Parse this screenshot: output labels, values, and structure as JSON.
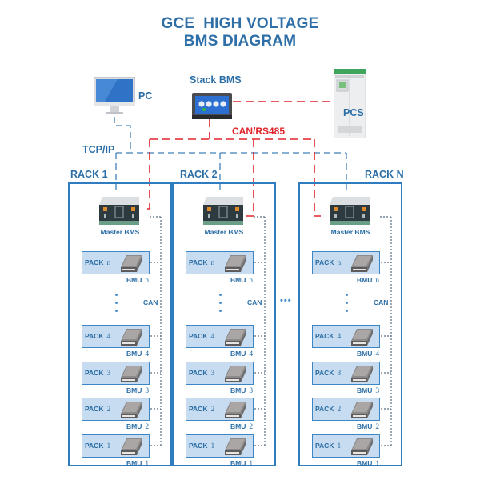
{
  "title": {
    "line1": "GCE  HIGH VOLTAGE",
    "line2": "BMS DIAGRAM"
  },
  "top": {
    "pc_label": "PC",
    "stack_bms_label": "Stack BMS",
    "pcs_label": "PCS",
    "tcp_ip_label": "TCP/IP",
    "can_rs485_label": "CAN/RS485"
  },
  "between_racks": "•••",
  "colors": {
    "title": "#2e6fa7",
    "label_blue": "#2b6ea6",
    "rack_border": "#2f7dc0",
    "pack_fill": "#c7dcf0",
    "can_rs485_line": "#e0242b",
    "tcp_ip_line": "#3e7fb8"
  },
  "racks": [
    {
      "label": "RACK 1",
      "master_label": "Master BMS",
      "can_label": "CAN",
      "packs": [
        {
          "pack": "PACK",
          "n": "n",
          "bmu": "BMU",
          "bmu_n": "n"
        },
        {
          "pack": "PACK",
          "n": "4",
          "bmu": "BMU",
          "bmu_n": "4"
        },
        {
          "pack": "PACK",
          "n": "3",
          "bmu": "BMU",
          "bmu_n": "3"
        },
        {
          "pack": "PACK",
          "n": "2",
          "bmu": "BMU",
          "bmu_n": "2"
        },
        {
          "pack": "PACK",
          "n": "1",
          "bmu": "BMU",
          "bmu_n": "1"
        }
      ]
    },
    {
      "label": "RACK 2",
      "master_label": "Master BMS",
      "can_label": "CAN",
      "packs": [
        {
          "pack": "PACK",
          "n": "n",
          "bmu": "BMU",
          "bmu_n": "n"
        },
        {
          "pack": "PACK",
          "n": "4",
          "bmu": "BMU",
          "bmu_n": "4"
        },
        {
          "pack": "PACK",
          "n": "3",
          "bmu": "BMU",
          "bmu_n": "3"
        },
        {
          "pack": "PACK",
          "n": "2",
          "bmu": "BMU",
          "bmu_n": "2"
        },
        {
          "pack": "PACK",
          "n": "1",
          "bmu": "BMU",
          "bmu_n": "1"
        }
      ]
    },
    {
      "label": "RACK N",
      "master_label": "Master BMS",
      "can_label": "CAN",
      "packs": [
        {
          "pack": "PACK",
          "n": "n",
          "bmu": "BMU",
          "bmu_n": "n"
        },
        {
          "pack": "PACK",
          "n": "4",
          "bmu": "BMU",
          "bmu_n": "4"
        },
        {
          "pack": "PACK",
          "n": "3",
          "bmu": "BMU",
          "bmu_n": "3"
        },
        {
          "pack": "PACK",
          "n": "2",
          "bmu": "BMU",
          "bmu_n": "2"
        },
        {
          "pack": "PACK",
          "n": "1",
          "bmu": "BMU",
          "bmu_n": "1"
        }
      ]
    }
  ]
}
